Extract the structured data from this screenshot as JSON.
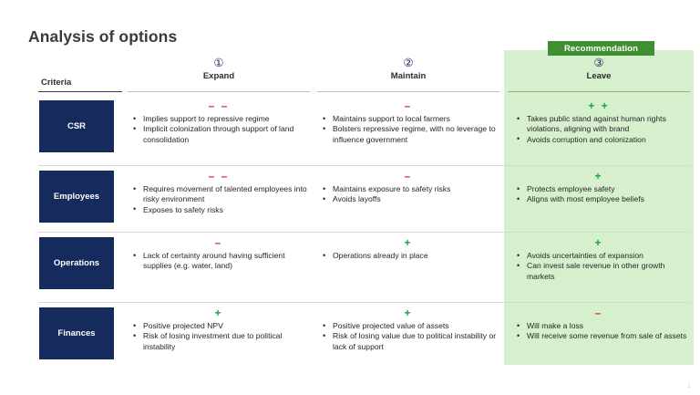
{
  "slide": {
    "title": "Analysis of options",
    "footer_mark": "1"
  },
  "colors": {
    "navy": "#152b5e",
    "highlight_green": "#d6f0cd",
    "badge_green": "#3f9030",
    "positive": "#16a34a",
    "negative": "#d22b2b"
  },
  "recommendation": {
    "label": "Recommendation",
    "applies_to_column": 3
  },
  "table": {
    "criteria_header": "Criteria",
    "columns": [
      {
        "number": "①",
        "label": "Expand",
        "highlighted": false
      },
      {
        "number": "②",
        "label": "Maintain",
        "highlighted": false
      },
      {
        "number": "③",
        "label": "Leave",
        "highlighted": true
      }
    ],
    "rows": [
      {
        "criteria": "CSR",
        "cells": [
          {
            "score": "– –",
            "score_type": "negative",
            "bullets": [
              "Implies support to repressive regime",
              "Implicit colonization through support of land consolidation"
            ]
          },
          {
            "score": "–",
            "score_type": "negative",
            "bullets": [
              "Maintains support to local farmers",
              "Bolsters repressive regime, with no leverage to influence government"
            ]
          },
          {
            "score": "+ +",
            "score_type": "positive",
            "bullets": [
              "Takes public stand against human rights violations, aligning with brand",
              "Avoids corruption and colonization"
            ]
          }
        ]
      },
      {
        "criteria": "Employees",
        "cells": [
          {
            "score": "– –",
            "score_type": "negative",
            "bullets": [
              "Requires movement of talented employees into risky environment",
              "Exposes to safety risks"
            ]
          },
          {
            "score": "–",
            "score_type": "negative",
            "bullets": [
              "Maintains exposure to safety risks",
              "Avoids layoffs"
            ]
          },
          {
            "score": "+",
            "score_type": "positive",
            "bullets": [
              "Protects employee safety",
              "Aligns with most employee beliefs"
            ]
          }
        ]
      },
      {
        "criteria": "Operations",
        "cells": [
          {
            "score": "–",
            "score_type": "negative",
            "bullets": [
              "Lack of certainty around having sufficient supplies (e.g. water, land)"
            ]
          },
          {
            "score": "+",
            "score_type": "positive",
            "bullets": [
              "Operations already in place"
            ]
          },
          {
            "score": "+",
            "score_type": "positive",
            "bullets": [
              "Avoids uncertainties of expansion",
              "Can invest sale revenue in other growth markets"
            ]
          }
        ]
      },
      {
        "criteria": "Finances",
        "cells": [
          {
            "score": "+",
            "score_type": "positive",
            "bullets": [
              "Positive projected NPV",
              "Risk of losing investment due to political instability"
            ]
          },
          {
            "score": "+",
            "score_type": "positive",
            "bullets": [
              "Positive projected value of assets",
              "Risk of losing value due to political instability or lack of support"
            ]
          },
          {
            "score": "–",
            "score_type": "negative",
            "bullets": [
              "Will make a loss",
              "Will receive some revenue from sale of assets"
            ]
          }
        ]
      }
    ]
  }
}
